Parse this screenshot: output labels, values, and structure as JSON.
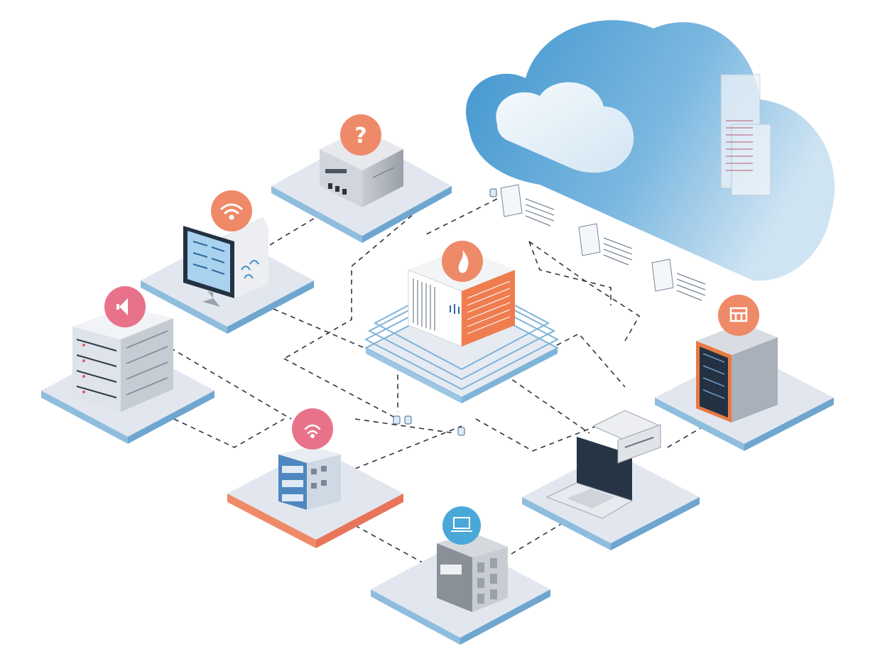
{
  "theme": {
    "background": "#ffffff",
    "platform_top": "#e2e7ef",
    "platform_edge": "#7fb3d8",
    "accent_orange": "#ef8a68",
    "accent_pink": "#e8728a",
    "accent_blue": "#4aa8d8",
    "cloud_blue": "#5aa6d6",
    "connector": "#2f3440"
  },
  "badges": {
    "storage_box": {
      "icon": "question-icon",
      "glyph": "?"
    },
    "monitor": {
      "icon": "wifi-icon"
    },
    "server_rack": {
      "icon": "speaker-icon"
    },
    "hub": {
      "icon": "flame-icon"
    },
    "cabinet": {
      "icon": "cabinet-icon"
    },
    "switch": {
      "icon": "signal-icon"
    },
    "building": {
      "icon": "laptop-icon"
    }
  },
  "nodes": [
    {
      "id": "storage-box",
      "icon": "storage-box-icon"
    },
    {
      "id": "monitor",
      "icon": "monitor-icon"
    },
    {
      "id": "server-rack",
      "icon": "server-rack-icon"
    },
    {
      "id": "central-hub",
      "icon": "hub-server-icon"
    },
    {
      "id": "cloud",
      "icon": "cloud-icon"
    },
    {
      "id": "cabinet-server",
      "icon": "cabinet-server-icon"
    },
    {
      "id": "laptop",
      "icon": "laptop-icon"
    },
    {
      "id": "network-switch",
      "icon": "switch-icon"
    },
    {
      "id": "building",
      "icon": "building-icon"
    }
  ]
}
